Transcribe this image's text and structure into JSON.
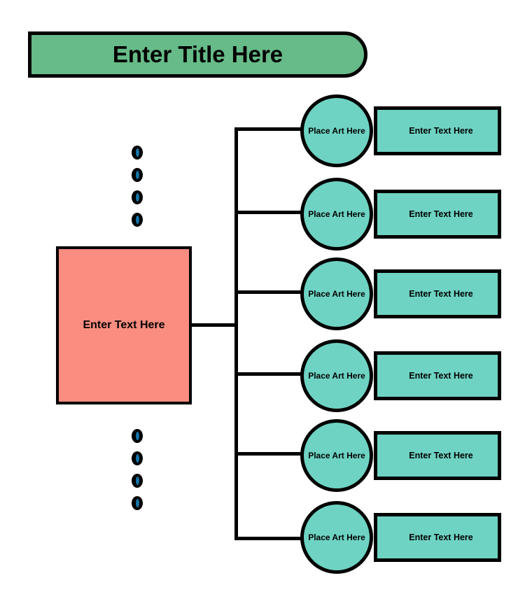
{
  "diagram": {
    "type": "hierarchy-radial-list",
    "background_color": "#ffffff",
    "title_banner": {
      "label": "Enter Title Here",
      "fill_color": "#66bb88",
      "stroke_color": "#000000"
    },
    "root_node": {
      "label": "Enter Text Here",
      "fill_color": "#fa8d80",
      "stroke_color": "#000000"
    },
    "connector": {
      "color": "#000000",
      "branch_count": 6
    },
    "branches": [
      {
        "circle_label": "Place Art Here",
        "bar_label": "Enter Text Here"
      },
      {
        "circle_label": "Place Art Here",
        "bar_label": "Enter Text Here"
      },
      {
        "circle_label": "Place Art Here",
        "bar_label": "Enter Text Here"
      },
      {
        "circle_label": "Place Art Here",
        "bar_label": "Enter Text Here"
      },
      {
        "circle_label": "Place Art Here",
        "bar_label": "Enter Text Here"
      },
      {
        "circle_label": "Place Art Here",
        "bar_label": "Enter Text Here"
      }
    ],
    "branch_style": {
      "fill_color": "#6ed3c3",
      "stroke_color": "#000000"
    },
    "decorative_dots": {
      "groups": 2,
      "dots_per_group": 4,
      "outer_color": "#000000",
      "inner_color": "#1575a8"
    }
  }
}
